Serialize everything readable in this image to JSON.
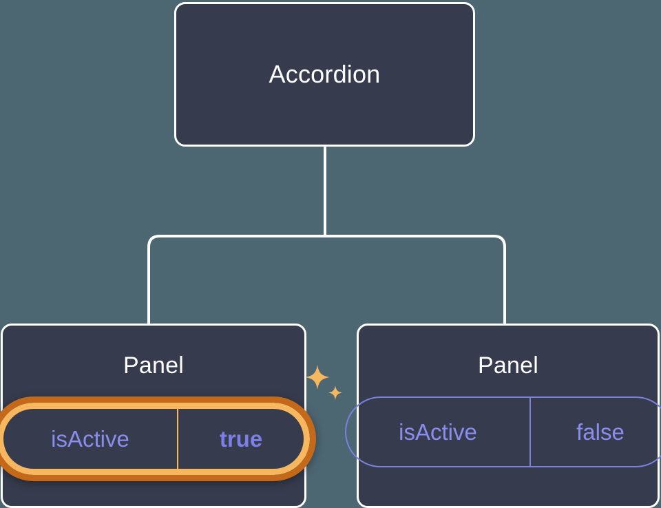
{
  "diagram": {
    "type": "component-tree",
    "background_color": "#4c6672",
    "node_fill_color": "#363c4d",
    "node_border_color": "#ffffff",
    "connector_color": "#ffffff",
    "accent_color": "#f7b75f",
    "accent_dark_color": "#c4691a",
    "prop_text_color": "#8a8cee",
    "prop_border_color": "#7c80e0"
  },
  "root": {
    "title": "Accordion"
  },
  "children": [
    {
      "title": "Panel",
      "highlighted": true,
      "prop": {
        "name": "isActive",
        "value": "true"
      },
      "sparkle_icons": [
        "sparkle-large-icon",
        "sparkle-small-icon"
      ]
    },
    {
      "title": "Panel",
      "highlighted": false,
      "prop": {
        "name": "isActive",
        "value": "false"
      }
    }
  ]
}
